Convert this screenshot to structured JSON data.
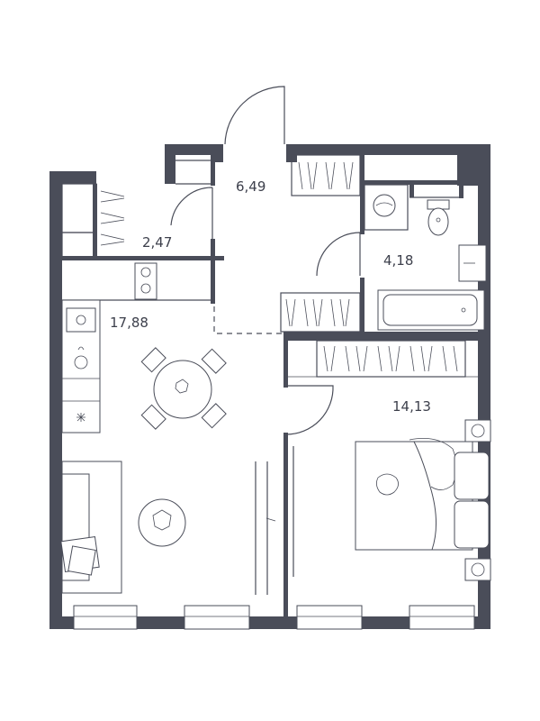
{
  "rooms": [
    {
      "id": "hallway",
      "area": "6,49"
    },
    {
      "id": "storage",
      "area": "2,47"
    },
    {
      "id": "bathroom",
      "area": "4,18"
    },
    {
      "id": "kitchen-living",
      "area": "17,88"
    },
    {
      "id": "bedroom",
      "area": "14,13"
    }
  ],
  "colors": {
    "wall": "#4a4d59",
    "background": "#ffffff",
    "text": "#3d404c"
  }
}
